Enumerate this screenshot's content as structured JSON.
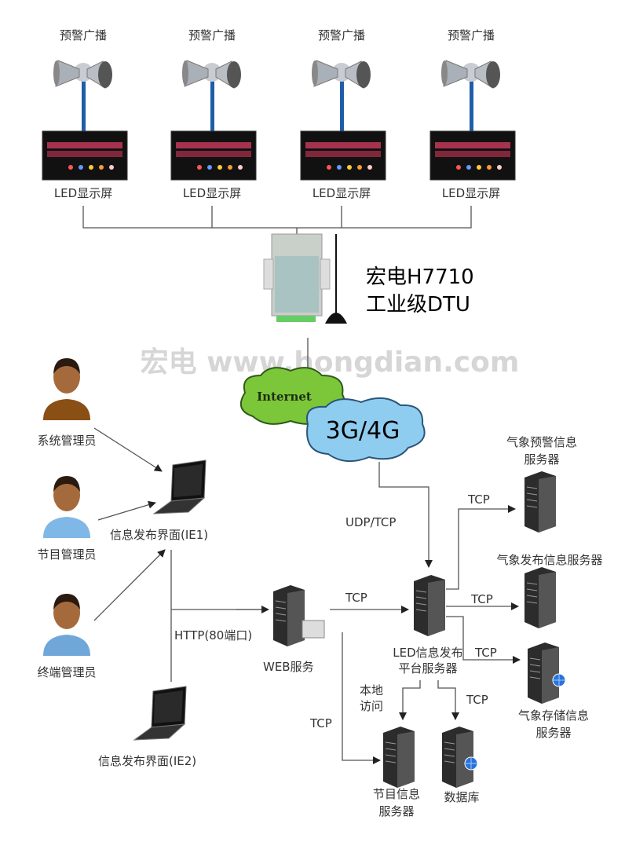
{
  "broadcast_units": [
    {
      "speaker_label": "预警广播",
      "led_label": "LED显示屏"
    },
    {
      "speaker_label": "预警广播",
      "led_label": "LED显示屏"
    },
    {
      "speaker_label": "预警广播",
      "led_label": "LED显示屏"
    },
    {
      "speaker_label": "预警广播",
      "led_label": "LED显示屏"
    }
  ],
  "dtu": {
    "line1": "宏电H7710",
    "line2": "工业级DTU"
  },
  "watermark": "宏电 www.hongdian.com",
  "clouds": {
    "internet": "Internet",
    "mobile": "3G/4G"
  },
  "users": [
    {
      "label": "系统管理员"
    },
    {
      "label": "节目管理员"
    },
    {
      "label": "终端管理员"
    }
  ],
  "clients": {
    "ie1": "信息发布界面(IE1)",
    "ie2": "信息发布界面(IE2)"
  },
  "links": {
    "udp_tcp": "UDP/TCP",
    "http": "HTTP(80端口)",
    "tcp": "TCP",
    "local_access_1": "本地",
    "local_access_2": "访问"
  },
  "servers": {
    "web": "WEB服务",
    "led_platform_1": "LED信息发布",
    "led_platform_2": "平台服务器",
    "weather_alert_1": "气象预警信息",
    "weather_alert_2": "服务器",
    "weather_publish": "气象发布信息服务器",
    "weather_storage_1": "气象存储信息",
    "weather_storage_2": "服务器",
    "program_1": "节目信息",
    "program_2": "服务器",
    "database": "数据库"
  },
  "colors": {
    "internet_cloud": "#7cc63a",
    "mobile_cloud": "#8fcdf0",
    "pole": "#1e5ea8"
  }
}
